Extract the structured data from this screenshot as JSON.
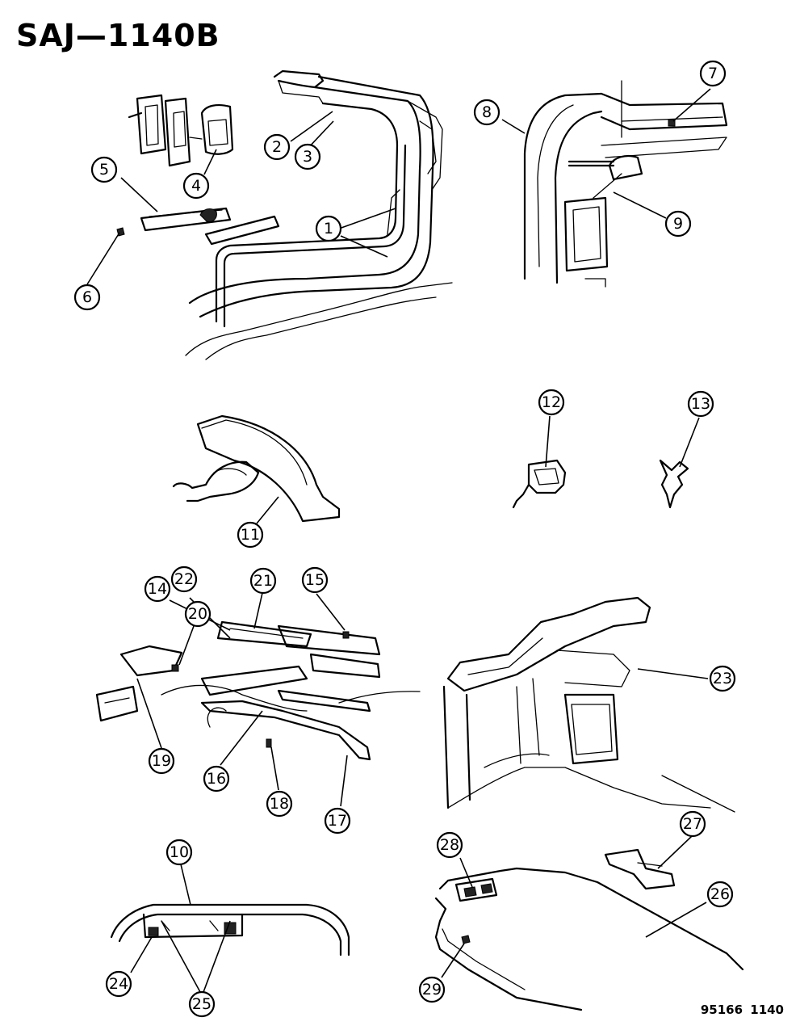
{
  "title": "SAJ—1140B",
  "footer": "95166 1140",
  "callouts": [
    "1",
    "2",
    "3",
    "4",
    "5",
    "6",
    "7",
    "8",
    "9",
    "10",
    "11",
    "12",
    "13",
    "14",
    "15",
    "16",
    "17",
    "18",
    "19",
    "20",
    "21",
    "22",
    "23",
    "24",
    "25",
    "26",
    "27",
    "28",
    "29"
  ]
}
